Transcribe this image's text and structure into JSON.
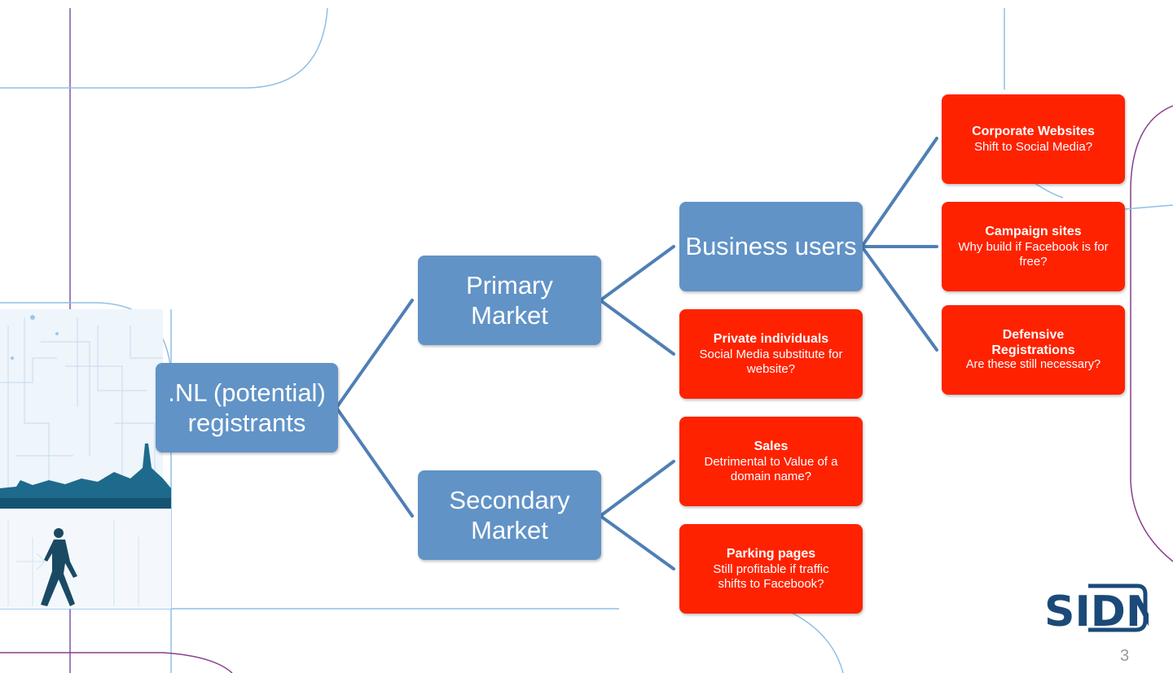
{
  "nodes": {
    "root": {
      "label": ".NL (potential) registrants"
    },
    "primary": {
      "label": "Primary Market"
    },
    "secondary": {
      "label": "Secondary Market"
    },
    "business": {
      "label": "Business users"
    },
    "private": {
      "title": "Private individuals",
      "text": "Social Media substitute for website?"
    },
    "sales": {
      "title": "Sales",
      "text": "Detrimental  to Value of a domain name?"
    },
    "parking": {
      "title": "Parking pages",
      "text": "Still profitable if traffic shifts to Facebook?"
    },
    "corporate": {
      "title": "Corporate Websites",
      "text": "Shift to Social Media?"
    },
    "campaign": {
      "title": "Campaign sites",
      "text": "Why build  if Facebook is for free?"
    },
    "defensive": {
      "title": "Defensive Registrations",
      "text": "Are these still necessary?"
    }
  },
  "logo": {
    "text": "SIDN"
  },
  "page_number": "3",
  "colors": {
    "blue_box": "#6193c7",
    "red_box": "#ff2200",
    "connector": "#4f7fb5"
  }
}
